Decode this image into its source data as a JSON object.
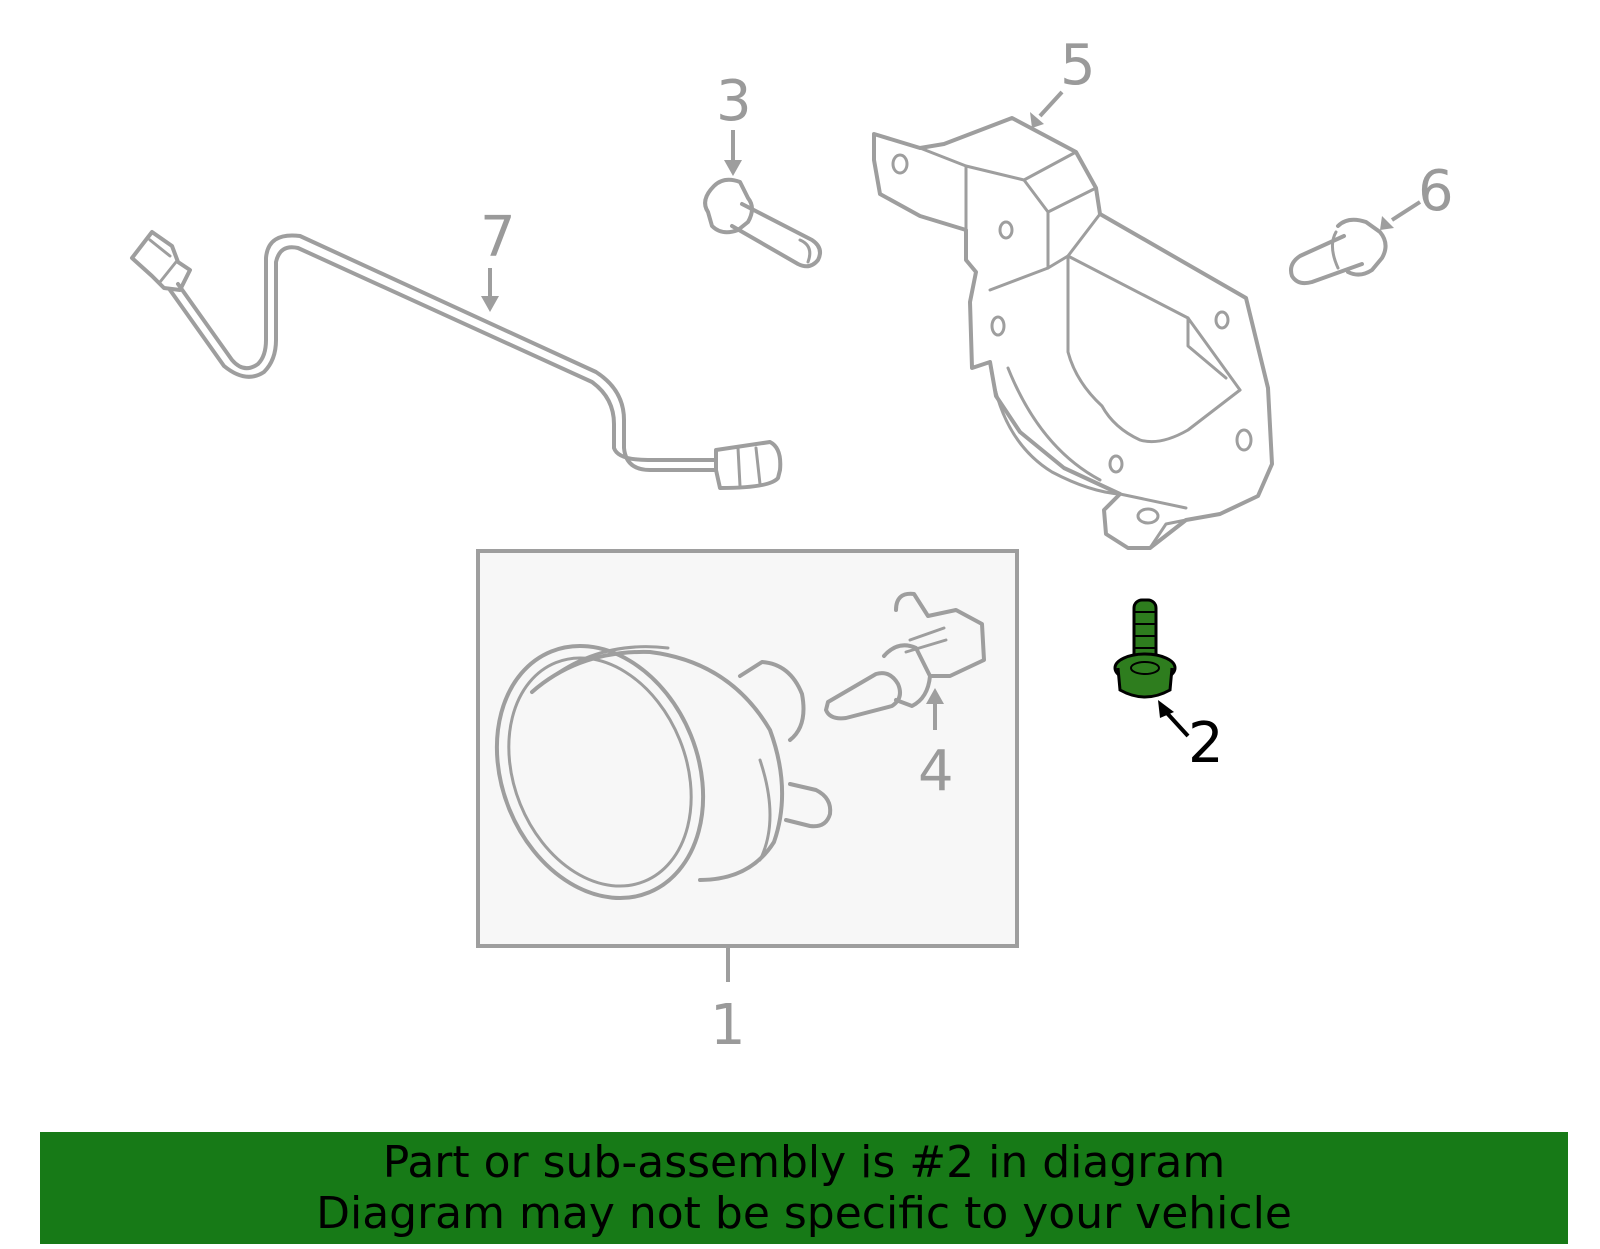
{
  "diagram": {
    "callouts": [
      {
        "number": "1"
      },
      {
        "number": "2"
      },
      {
        "number": "3"
      },
      {
        "number": "4"
      },
      {
        "number": "5"
      },
      {
        "number": "6"
      },
      {
        "number": "7"
      }
    ],
    "highlighted_part": "2",
    "highlight_color": "#2e7d1e"
  },
  "footer": {
    "line1": "Part or sub-assembly is #2 in diagram",
    "line2": "Diagram may not be specific to your vehicle",
    "background_color": "#177a17"
  }
}
